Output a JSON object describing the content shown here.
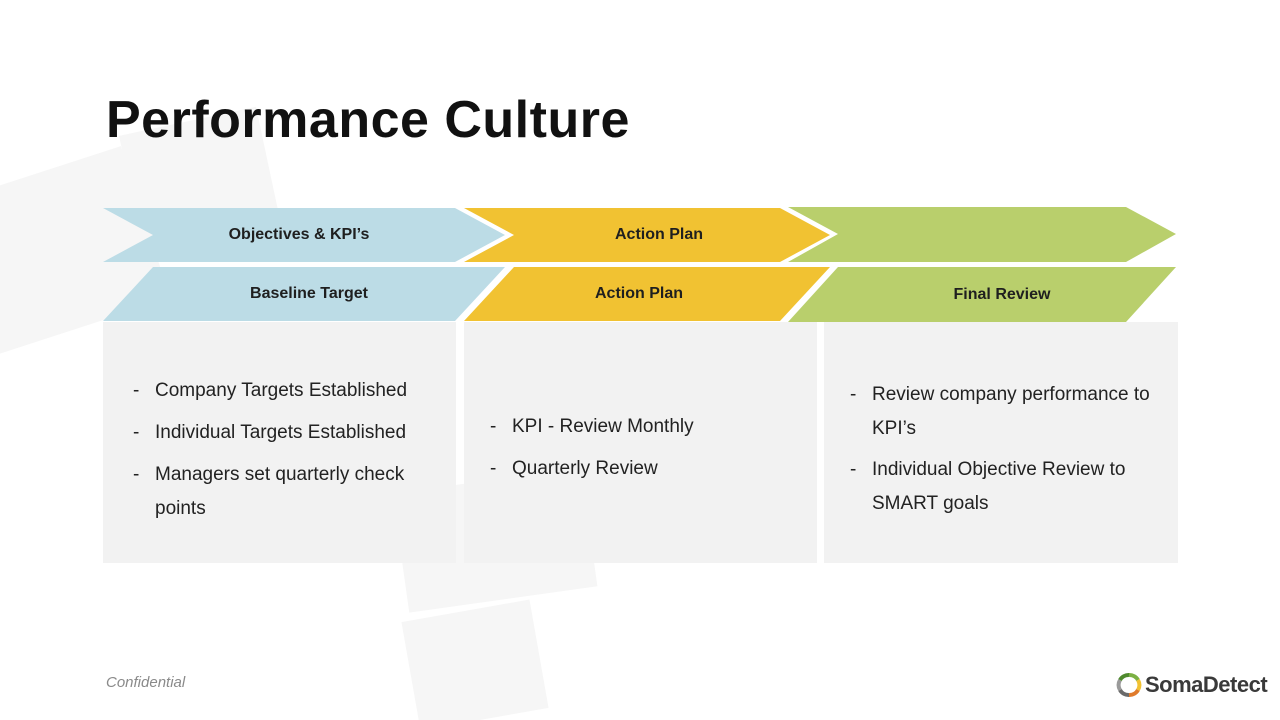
{
  "slide": {
    "title": "Performance Culture"
  },
  "chevrons": {
    "row1": [
      {
        "label": "Objectives & KPI’s"
      },
      {
        "label": "Action Plan"
      },
      {
        "label": ""
      }
    ],
    "row2": [
      {
        "label": "Baseline Target"
      },
      {
        "label": "Action Plan"
      },
      {
        "label": "Final Review"
      }
    ]
  },
  "columns": [
    {
      "items": [
        {
          "dash": "-",
          "text": "Company Targets Established"
        },
        {
          "dash": "-",
          "text": "Individual Targets Established"
        },
        {
          "dash": "-",
          "text": "Managers set quarterly check points"
        }
      ]
    },
    {
      "items": [
        {
          "dash": "-",
          "text": "KPI - Review Monthly"
        },
        {
          "dash": "-",
          "text": "Quarterly Review"
        }
      ]
    },
    {
      "items": [
        {
          "dash": "-",
          "text": "Review company performance to KPI’s"
        },
        {
          "dash": "-",
          "text": "Individual Objective Review to SMART goals"
        }
      ]
    }
  ],
  "footer": {
    "confidential": "Confidential"
  },
  "logo": {
    "text": "SomaDetect",
    "icon": "somadetect-ring-icon"
  },
  "colors": {
    "blue": "#bcdce6",
    "yellow": "#f1c232",
    "green": "#b9cf6c",
    "box": "#f2f2f2"
  }
}
